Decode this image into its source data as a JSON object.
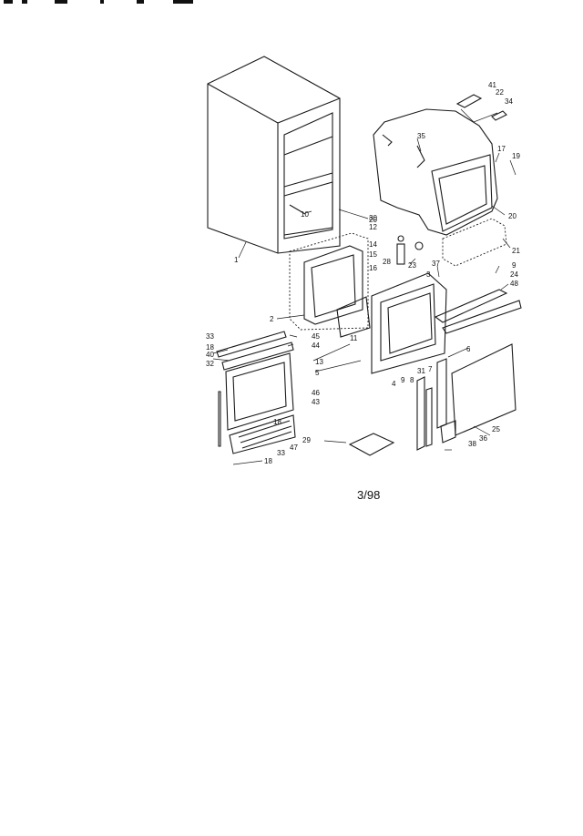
{
  "page_number": "3/98",
  "callouts": [
    "1",
    "2",
    "3",
    "4",
    "5",
    "6",
    "7",
    "8",
    "9",
    "9",
    "10",
    "11",
    "12",
    "13",
    "14",
    "15",
    "16",
    "17",
    "18",
    "18",
    "18",
    "19",
    "20",
    "20",
    "21",
    "22",
    "23",
    "24",
    "25",
    "28",
    "29",
    "30",
    "31",
    "32",
    "33",
    "33",
    "34",
    "35",
    "36",
    "37",
    "38",
    "40",
    "41",
    "43",
    "44",
    "45",
    "46",
    "47",
    "48"
  ]
}
